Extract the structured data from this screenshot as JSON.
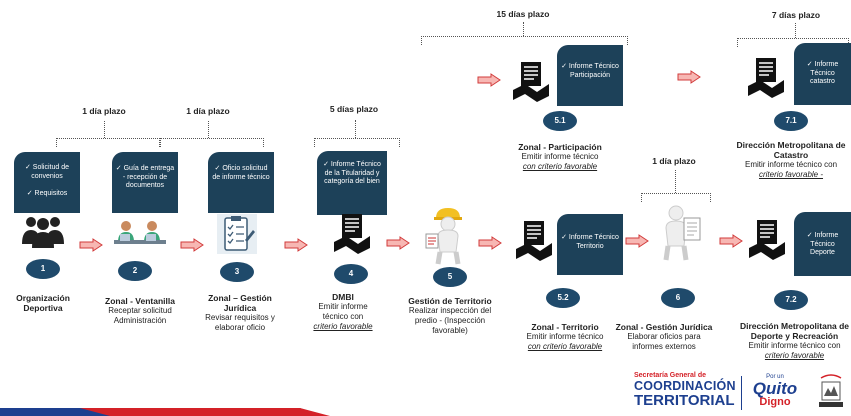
{
  "colors": {
    "doc": "#1d4159",
    "badge": "#1f4a6b",
    "arrow_fill": "#f7b7b3",
    "arrow_stroke": "#d23b3b",
    "brand_red": "#d42128",
    "brand_blue": "#1d3f8f"
  },
  "plazos": {
    "p1": "1 día plazo",
    "p2": "1 día plazo",
    "p3": "5 días plazo",
    "p4": "15 días plazo",
    "p5": "7 días plazo",
    "p6": "1 día plazo"
  },
  "steps": [
    {
      "num": "1",
      "doc": [
        "✓ Solicitud de convenios",
        "✓ Requisitos"
      ],
      "title": "Organización Deportiva",
      "lines": [],
      "ulines": []
    },
    {
      "num": "2",
      "doc": [
        "✓ Guía de entrega - recepción de documentos"
      ],
      "title": "Zonal - Ventanilla",
      "lines": [
        "Receptar solicitud",
        "Administración"
      ],
      "ulines": []
    },
    {
      "num": "3",
      "doc": [
        "✓ Oficio solicitud de informe técnico"
      ],
      "title": "Zonal – Gestión Jurídica",
      "lines": [
        "Revisar requisitos y elaborar oficio"
      ],
      "ulines": []
    },
    {
      "num": "4",
      "doc": [
        "✓ Informe Técnico de la Titularidad y categoría del bien"
      ],
      "title": "DMBI",
      "lines": [
        "Emitir informe técnico  con"
      ],
      "ulines": [
        "criterio favorable"
      ]
    },
    {
      "num": "5",
      "doc": [],
      "title": "Gestión de Territorio",
      "lines": [
        "Realizar inspección del predio -  (Inspección favorable)"
      ],
      "ulines": []
    },
    {
      "num": "5.1",
      "doc": [
        "✓ Informe Técnico Participación"
      ],
      "title": "Zonal - Participación",
      "lines": [
        "Emitir informe técnico"
      ],
      "ulines": [
        "con criterio favorable"
      ]
    },
    {
      "num": "5.2",
      "doc": [
        "✓ Informe Técnico Territorio"
      ],
      "title": "Zonal - Territorio",
      "lines": [
        "Emitir informe técnico"
      ],
      "ulines": [
        "con criterio favorable"
      ]
    },
    {
      "num": "6",
      "doc": [],
      "title": "Zonal - Gestión Jurídica",
      "lines": [
        "Elaborar oficios para informes externos"
      ],
      "ulines": []
    },
    {
      "num": "7.1",
      "doc": [
        "✓ Informe Técnico catastro"
      ],
      "title": "Dirección Metropolitana de Catastro",
      "lines": [
        "Emitir informe técnico  con"
      ],
      "ulines": [
        "criterio favorable -"
      ]
    },
    {
      "num": "7.2",
      "doc": [
        "✓ Informe Técnico Deporte"
      ],
      "title": "Dirección Metropolitana de Deporte y Recreación",
      "lines": [
        "Emitir informe técnico  con"
      ],
      "ulines": [
        "criterio favorable"
      ]
    }
  ],
  "footer": {
    "sg_line1": "Secretaría General de",
    "sg_line2": "COORDINACIÓN",
    "sg_line3": "TERRITORIAL",
    "quito_top": "Por un",
    "quito_main": "Quito",
    "quito_sub": "Digno"
  }
}
